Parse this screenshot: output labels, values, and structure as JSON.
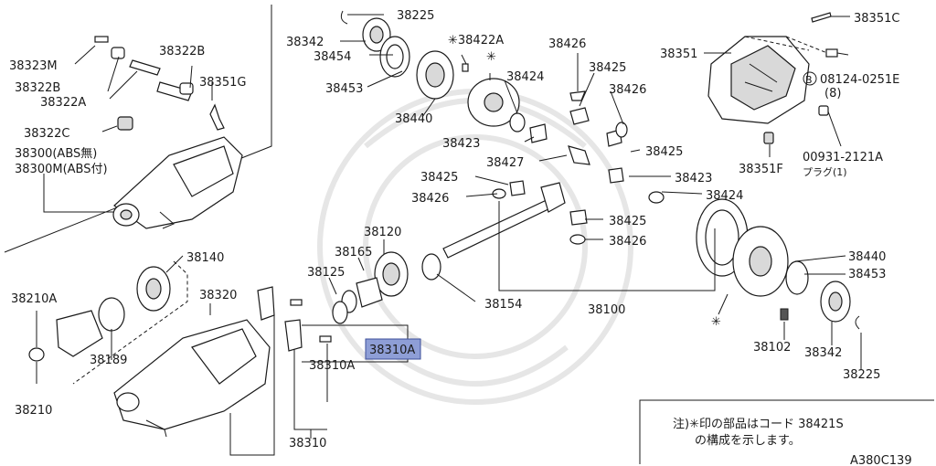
{
  "labels": {
    "l38225a": "38225",
    "l38342a": "38342",
    "l38454": "38454",
    "l38453a": "38453",
    "l38440a": "38440",
    "l38422a": "✳38422A",
    "l38424a": "38424",
    "l38423a": "38423",
    "l38426a": "38426",
    "l38425a": "38425",
    "l38426b": "38426",
    "l38425b": "38425",
    "l38427": "38427",
    "l38425c": "38425",
    "l38426c": "38426",
    "l38423b": "38423",
    "l38424b": "38424",
    "l38425d": "38425",
    "l38426d": "38426",
    "l38351c": "38351C",
    "l38351": "38351",
    "l08124": "08124-0251E",
    "l08124qty": "(8)",
    "l00931": "00931-2121A",
    "l00931plug": "プラグ(1)",
    "l38351f": "38351F",
    "l38323m": "38323M",
    "l38322b1": "38322B",
    "l38322b2": "38322B",
    "l38322a": "38322A",
    "l38351g": "38351G",
    "l38322c": "38322C",
    "l38300": "38300(ABS無)",
    "l38300m": "38300M(ABS付)",
    "l38140": "38140",
    "l38210a": "38210A",
    "l38189": "38189",
    "l38210": "38210",
    "l38320": "38320",
    "l38120": "38120",
    "l38165": "38165",
    "l38125": "38125",
    "l38154": "38154",
    "l38100": "38100",
    "l38310a1": "38310A",
    "l38310a2": "38310A",
    "l38310": "38310",
    "l38440b": "38440",
    "l38453b": "38453",
    "l38102": "38102",
    "l38342b": "38342",
    "l38225b": "38225",
    "star": "✳",
    "circleb": "B"
  },
  "note": {
    "line1": "注)✳印の部品はコード 38421S",
    "line2": "の構成を示します。"
  },
  "code": "A380C139",
  "colors": {
    "highlight": "#8e9ed6",
    "ink": "#1a1a1a"
  }
}
